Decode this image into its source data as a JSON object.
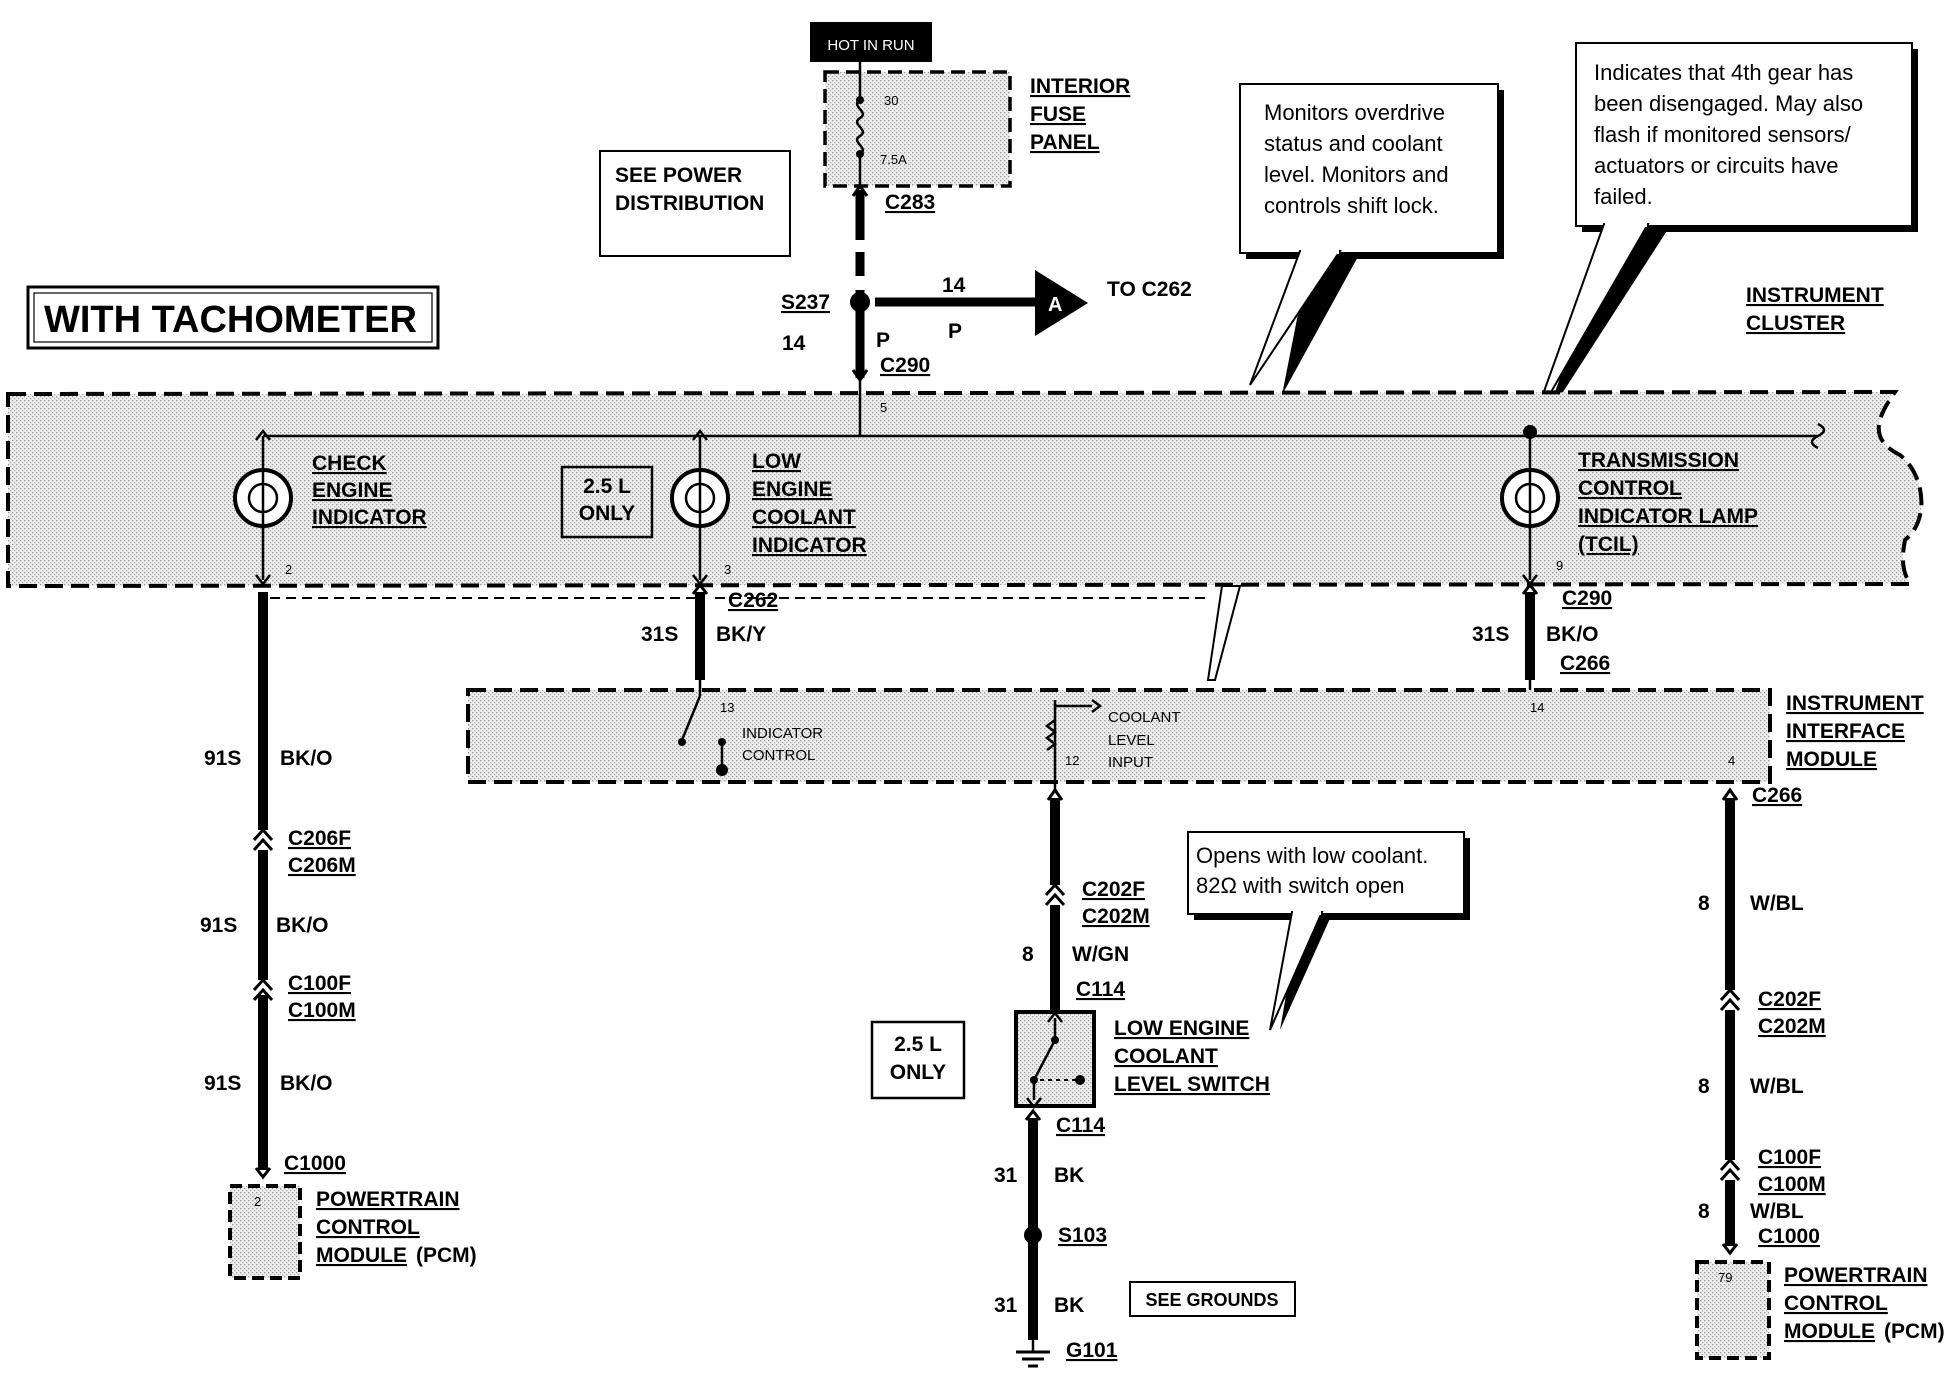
{
  "title": "WITH TACHOMETER",
  "hot_in_run": "HOT IN RUN",
  "fuse_panel": {
    "lines": [
      "INTERIOR",
      "FUSE",
      "PANEL"
    ],
    "pin_top": "30",
    "fuse_rating": "7.5A",
    "connector": "C283"
  },
  "see_power": [
    "SEE POWER",
    "DISTRIBUTION"
  ],
  "splice": {
    "name": "S237",
    "branch_gauge": "14",
    "branch_color": "P",
    "ref": "A",
    "to": "TO C262",
    "gauge": "14",
    "color": "P",
    "connector": "C290",
    "pin": "5"
  },
  "notes": {
    "overdrive": [
      "Monitors overdrive",
      "status and coolant",
      "level. Monitors and",
      "controls shift lock."
    ],
    "fourth_gear": [
      "Indicates that 4th gear has",
      "been disengaged.  May also",
      "flash if monitored sensors/",
      "actuators or circuits have",
      "failed."
    ],
    "low_coolant": [
      "Opens with low coolant.",
      "82Ω with switch open"
    ]
  },
  "instrument_cluster": [
    "INSTRUMENT",
    "CLUSTER"
  ],
  "indicators": {
    "check_engine": {
      "lines": [
        "CHECK",
        "ENGINE",
        "INDICATOR"
      ],
      "pin": "2"
    },
    "coolant": {
      "lines": [
        "LOW",
        "ENGINE",
        "COOLANT",
        "INDICATOR"
      ],
      "pin": "3",
      "only": [
        "2.5 L",
        "ONLY"
      ]
    },
    "tcil": {
      "lines": [
        "TRANSMISSION",
        "CONTROL",
        "INDICATOR LAMP",
        "(TCIL)"
      ],
      "pin": "9"
    }
  },
  "circuits": {
    "c262": "C262",
    "c262_gauge": "31S",
    "c262_color": "BK/Y",
    "c290b": "C290",
    "c290b_gauge": "31S",
    "c290b_color": "BK/O",
    "c266a": "C266"
  },
  "iim": {
    "lines": [
      "INSTRUMENT",
      "INTERFACE",
      "MODULE"
    ],
    "pin13": "13",
    "indicator": [
      "INDICATOR",
      "CONTROL"
    ],
    "coolant": [
      "COOLANT",
      "LEVEL",
      "INPUT"
    ],
    "pin12": "12",
    "pin14": "14",
    "pin4": "4"
  },
  "left_harness": {
    "seg1_gauge": "91S",
    "seg1_color": "BK/O",
    "conn1": [
      "C206F",
      "C206M"
    ],
    "seg2_gauge": "91S",
    "seg2_color": "BK/O",
    "conn2": [
      "C100F",
      "C100M"
    ],
    "seg3_gauge": "91S",
    "seg3_color": "BK/O",
    "conn3": "C1000"
  },
  "pcm_left": {
    "pin": "2",
    "lines": [
      "POWERTRAIN",
      "CONTROL",
      "MODULE"
    ],
    "suffix": "(PCM)"
  },
  "mid_harness": {
    "conn1": [
      "C202F",
      "C202M"
    ],
    "gauge": "8",
    "color": "W/GN",
    "c114": "C114",
    "only": [
      "2.5 L",
      "ONLY"
    ],
    "switch": [
      "LOW ENGINE",
      "COOLANT",
      "LEVEL SWITCH"
    ],
    "c114b": "C114",
    "seg2_gauge": "31",
    "seg2_color": "BK",
    "splice": "S103",
    "seg3_gauge": "31",
    "seg3_color": "BK",
    "see_grounds": "SEE GROUNDS",
    "ground": "G101"
  },
  "right_harness": {
    "c266": "C266",
    "seg1_gauge": "8",
    "seg1_color": "W/BL",
    "conn1": [
      "C202F",
      "C202M"
    ],
    "seg2_gauge": "8",
    "seg2_color": "W/BL",
    "conn2": [
      "C100F",
      "C100M"
    ],
    "seg3_gauge": "8",
    "seg3_color": "W/BL",
    "conn3": "C1000"
  },
  "pcm_right": {
    "pin": "79",
    "lines": [
      "POWERTRAIN",
      "CONTROL",
      "MODULE"
    ],
    "suffix": "(PCM)"
  }
}
